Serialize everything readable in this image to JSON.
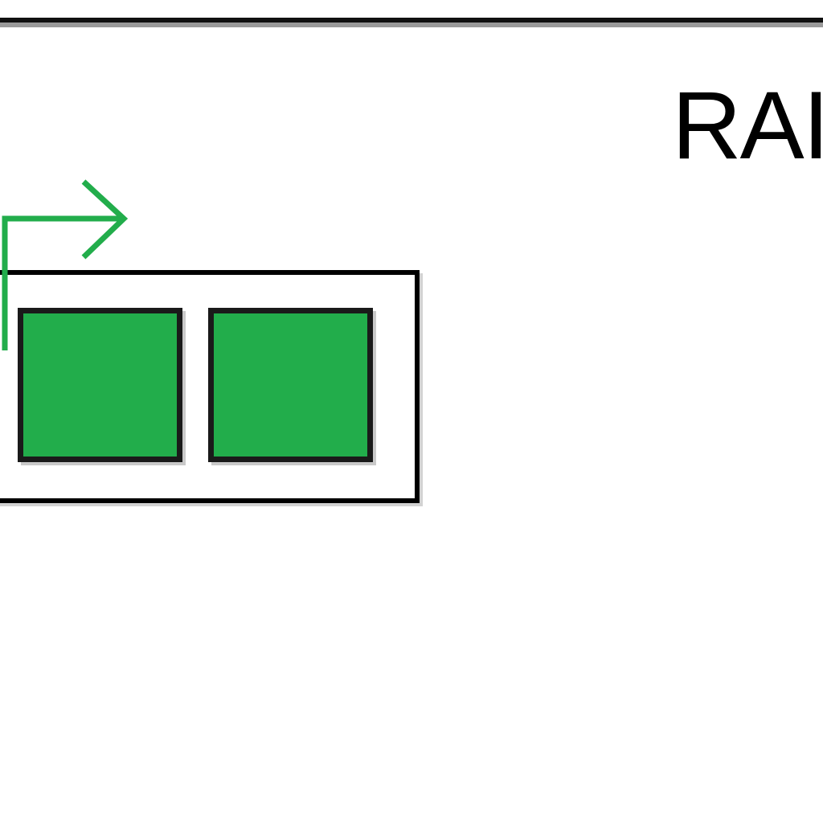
{
  "diagram": {
    "title_text": "RAI",
    "colors": {
      "cell_fill": "#22ad4b",
      "arrow_stroke": "#22ad4b",
      "outline": "#000000",
      "background": "#ffffff"
    },
    "cells": [
      {
        "id": "cell-1",
        "filled": true
      },
      {
        "id": "cell-2",
        "filled": true
      }
    ],
    "arrow_icon": "right-turn-arrow-icon"
  }
}
